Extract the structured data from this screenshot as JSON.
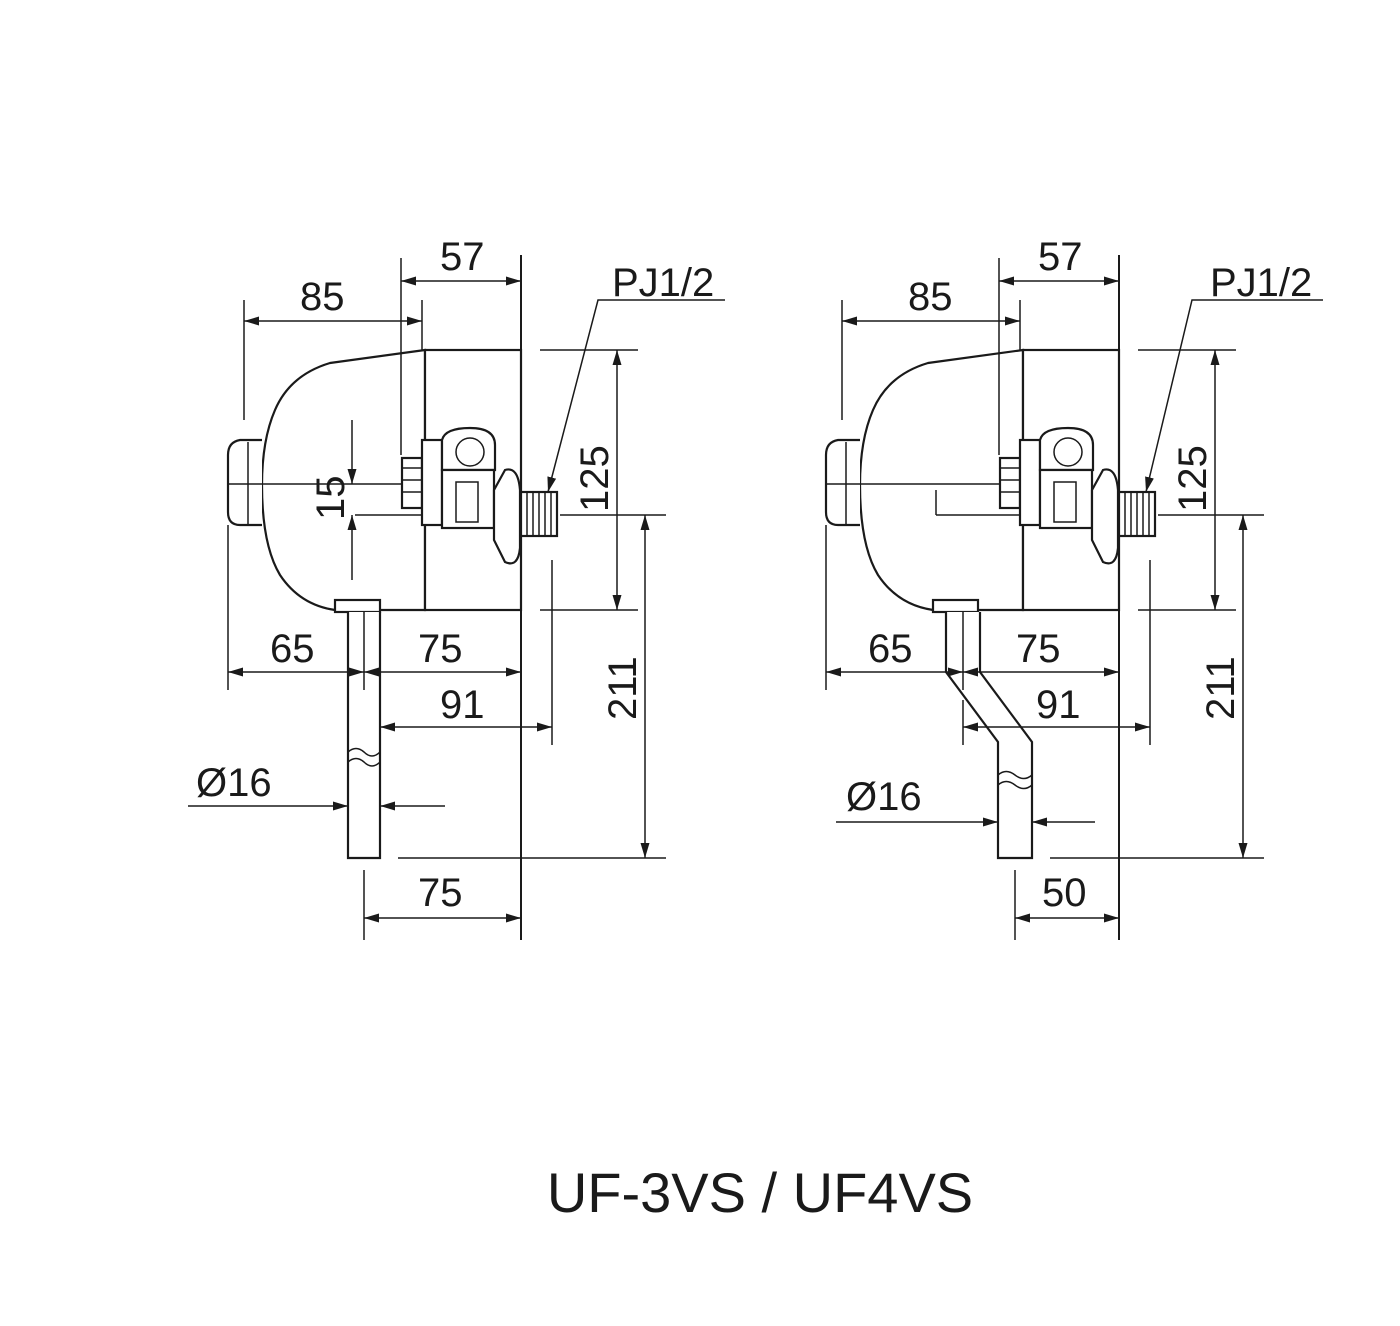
{
  "caption": "UF-3VS / UF4VS",
  "views": [
    {
      "name": "left",
      "dims": {
        "d85": "85",
        "d57": "57",
        "pj": "PJ1/2",
        "d125": "125",
        "d15": "15",
        "d211": "211",
        "d65": "65",
        "d75a": "75",
        "d91": "91",
        "d16": "Ø16",
        "d75b": "75"
      }
    },
    {
      "name": "right",
      "dims": {
        "d85": "85",
        "d57": "57",
        "pj": "PJ1/2",
        "d125": "125",
        "d211": "211",
        "d65": "65",
        "d75a": "75",
        "d91": "91",
        "d16": "Ø16",
        "d50": "50"
      }
    }
  ]
}
